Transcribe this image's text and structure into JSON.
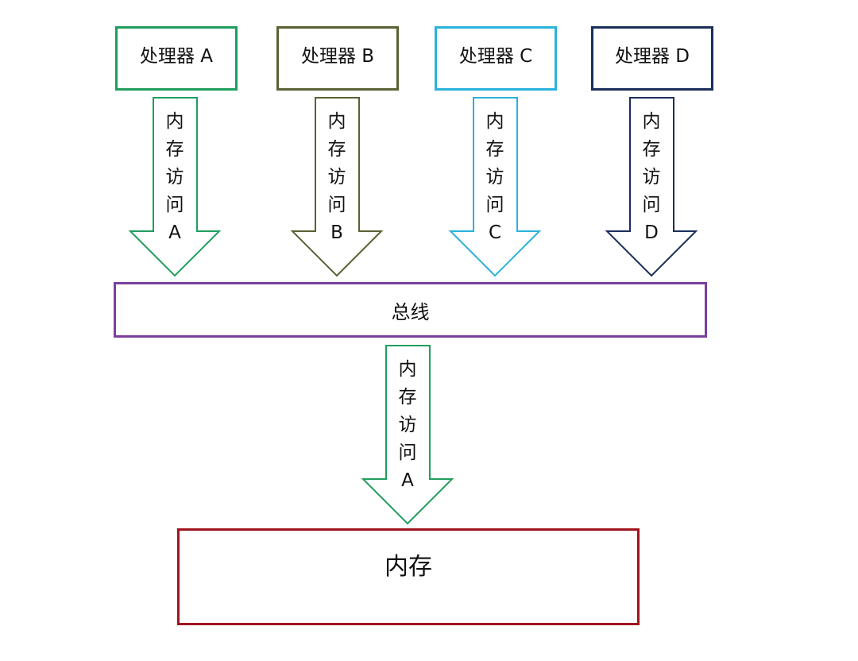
{
  "processors": [
    {
      "label": "处理器 A",
      "color": "#1f9e5e"
    },
    {
      "label": "处理器 B",
      "color": "#5a6133"
    },
    {
      "label": "处理器 C",
      "color": "#29b2dc"
    },
    {
      "label": "处理器 D",
      "color": "#1a2e5c"
    }
  ],
  "arrows": [
    {
      "chars": [
        "内",
        "存",
        "访",
        "问"
      ],
      "letter": "A"
    },
    {
      "chars": [
        "内",
        "存",
        "访",
        "问"
      ],
      "letter": "B"
    },
    {
      "chars": [
        "内",
        "存",
        "访",
        "问"
      ],
      "letter": "C"
    },
    {
      "chars": [
        "内",
        "存",
        "访",
        "问"
      ],
      "letter": "D"
    },
    {
      "chars": [
        "内",
        "存",
        "访",
        "问"
      ],
      "letter": "A"
    }
  ],
  "bus": {
    "label": "总线",
    "color": "#7b3f9e"
  },
  "memory": {
    "label": "内存",
    "color": "#a0141e"
  }
}
